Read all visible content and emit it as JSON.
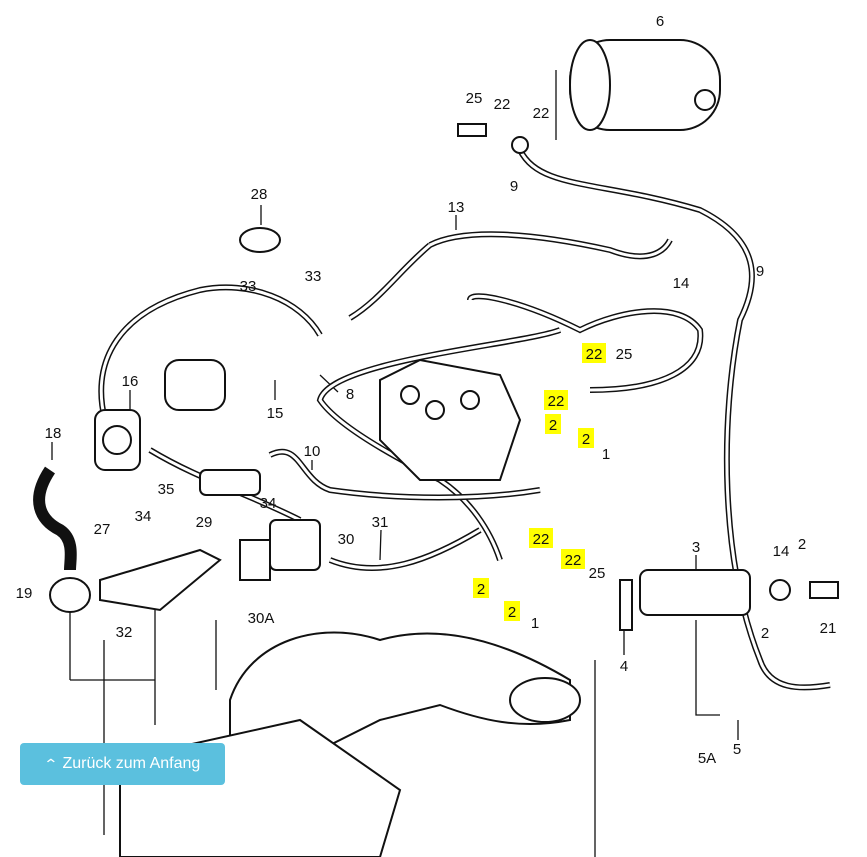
{
  "diagram": {
    "labels": [
      "6",
      "25",
      "22",
      "22",
      "9",
      "28",
      "13",
      "33",
      "33",
      "9",
      "14",
      "22",
      "25",
      "22",
      "16",
      "8",
      "15",
      "2",
      "2",
      "1",
      "18",
      "10",
      "35",
      "34",
      "29",
      "27",
      "34",
      "31",
      "30",
      "22",
      "22",
      "3",
      "14",
      "2",
      "25",
      "2",
      "2",
      "19",
      "1",
      "21",
      "2",
      "32",
      "30A",
      "4",
      "5",
      "5A"
    ],
    "highlight_color": "#ffff00"
  },
  "back_button": {
    "label": "Zurück zum Anfang",
    "icon": "chevron-up-icon",
    "color": "#5bc0de"
  }
}
